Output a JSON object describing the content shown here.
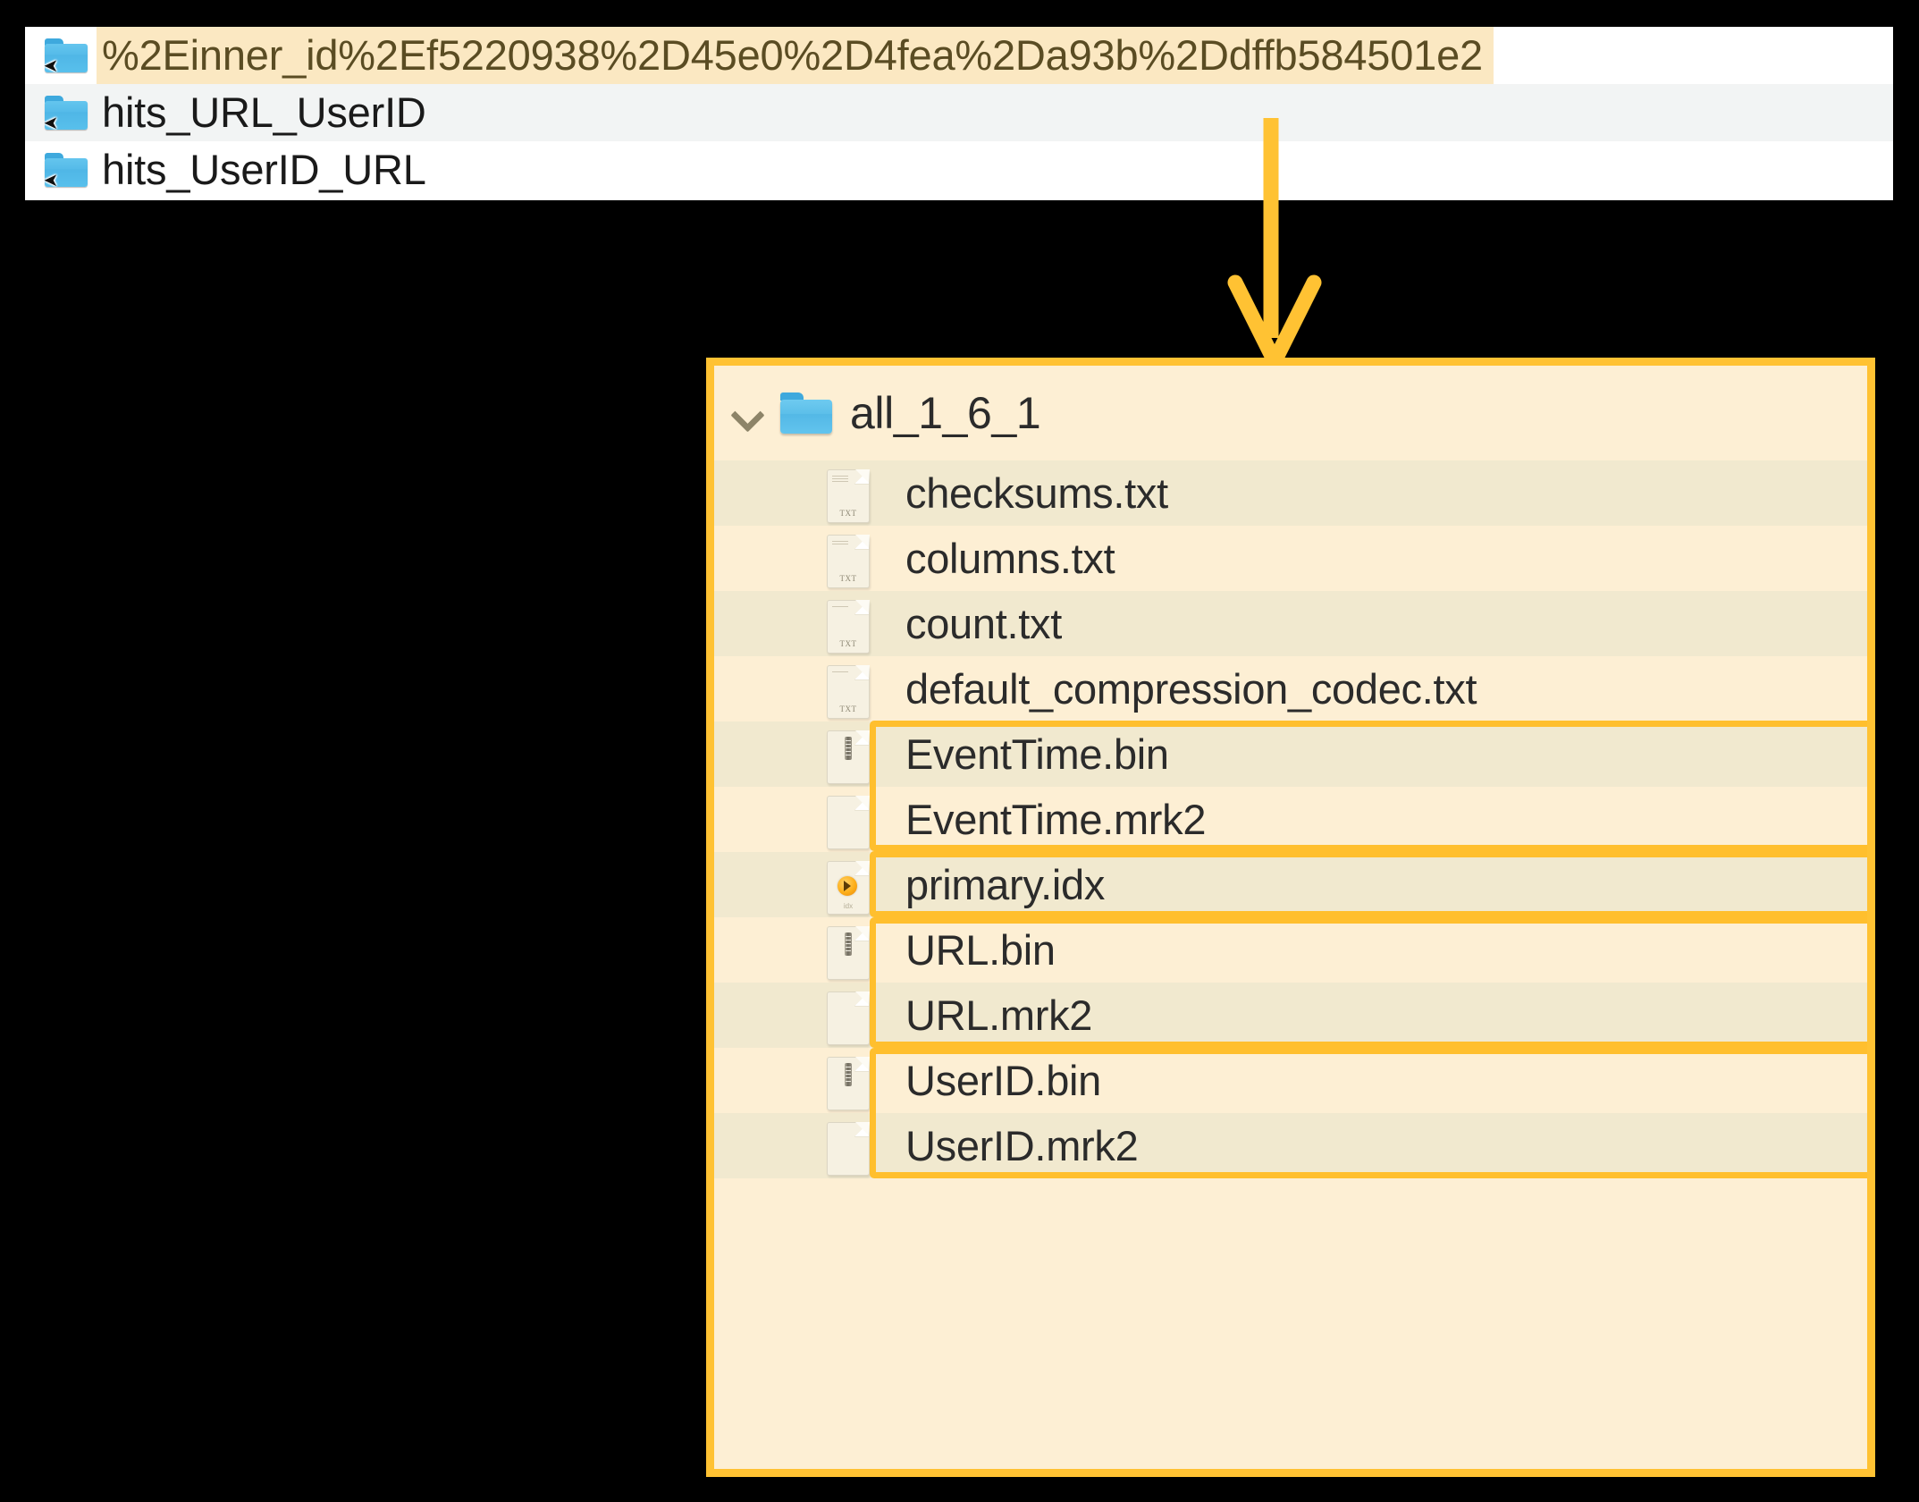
{
  "top_panel": {
    "name": "symlink-folder-list",
    "rows": [
      {
        "label": "%2Einner_id%2Ef5220938%2D45e0%2D4fea%2Da93b%2Ddffb584501e2",
        "icon": "folder-symlink-icon",
        "selected": true
      },
      {
        "label": "hits_URL_UserID",
        "icon": "folder-symlink-icon",
        "selected": false
      },
      {
        "label": "hits_UserID_URL",
        "icon": "folder-symlink-icon",
        "selected": false
      }
    ]
  },
  "annotation": {
    "arrow": "down-arrow-annotation",
    "color": "#ffc233"
  },
  "main_panel": {
    "name": "part-directory-listing",
    "border_color": "#ffc233",
    "background": "#fdefd4",
    "root": {
      "label": "all_1_6_1",
      "icon": "folder-icon",
      "chevron": "chevron-down-icon",
      "expanded": true
    },
    "files": [
      {
        "name": "checksums.txt",
        "icon": "txt-file-icon",
        "highlighted": false
      },
      {
        "name": "columns.txt",
        "icon": "txt-file-icon",
        "highlighted": false
      },
      {
        "name": "count.txt",
        "icon": "txt-file-icon",
        "highlighted": false
      },
      {
        "name": "default_compression_codec.txt",
        "icon": "txt-file-icon",
        "highlighted": false
      },
      {
        "name": "EventTime.bin",
        "icon": "bin-file-icon",
        "highlighted": true
      },
      {
        "name": "EventTime.mrk2",
        "icon": "blank-file-icon",
        "highlighted": true
      },
      {
        "name": "primary.idx",
        "icon": "idx-file-icon",
        "highlighted": true
      },
      {
        "name": "URL.bin",
        "icon": "bin-file-icon",
        "highlighted": true
      },
      {
        "name": "URL.mrk2",
        "icon": "blank-file-icon",
        "highlighted": true
      },
      {
        "name": "UserID.bin",
        "icon": "bin-file-icon",
        "highlighted": true
      },
      {
        "name": "UserID.mrk2",
        "icon": "blank-file-icon",
        "highlighted": true
      }
    ],
    "highlight_groups": [
      {
        "label": "EventTime-group",
        "from": "EventTime.bin",
        "to": "EventTime.mrk2"
      },
      {
        "label": "primary-idx-group",
        "from": "primary.idx",
        "to": "primary.idx"
      },
      {
        "label": "URL-group",
        "from": "URL.bin",
        "to": "URL.mrk2"
      },
      {
        "label": "UserID-group",
        "from": "UserID.bin",
        "to": "UserID.mrk2"
      }
    ]
  }
}
